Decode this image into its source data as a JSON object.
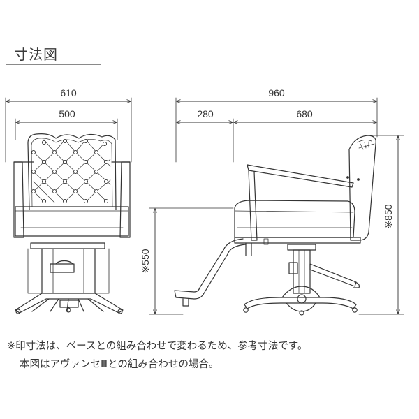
{
  "title": "寸法図",
  "front_view": {
    "outer_width": "610",
    "inner_width": "500"
  },
  "side_view": {
    "depth_total": "960",
    "depth_front": "280",
    "depth_rear": "680",
    "seat_height": "※550",
    "total_height": "※850"
  },
  "notes": {
    "line1": "※印寸法は、ベースとの組み合わせで変わるため、参考寸法です。",
    "line2": "本図はアヴァンセⅢとの組み合わせの場合。"
  },
  "colors": {
    "line": "#333333",
    "rule": "#8a8a8a"
  }
}
